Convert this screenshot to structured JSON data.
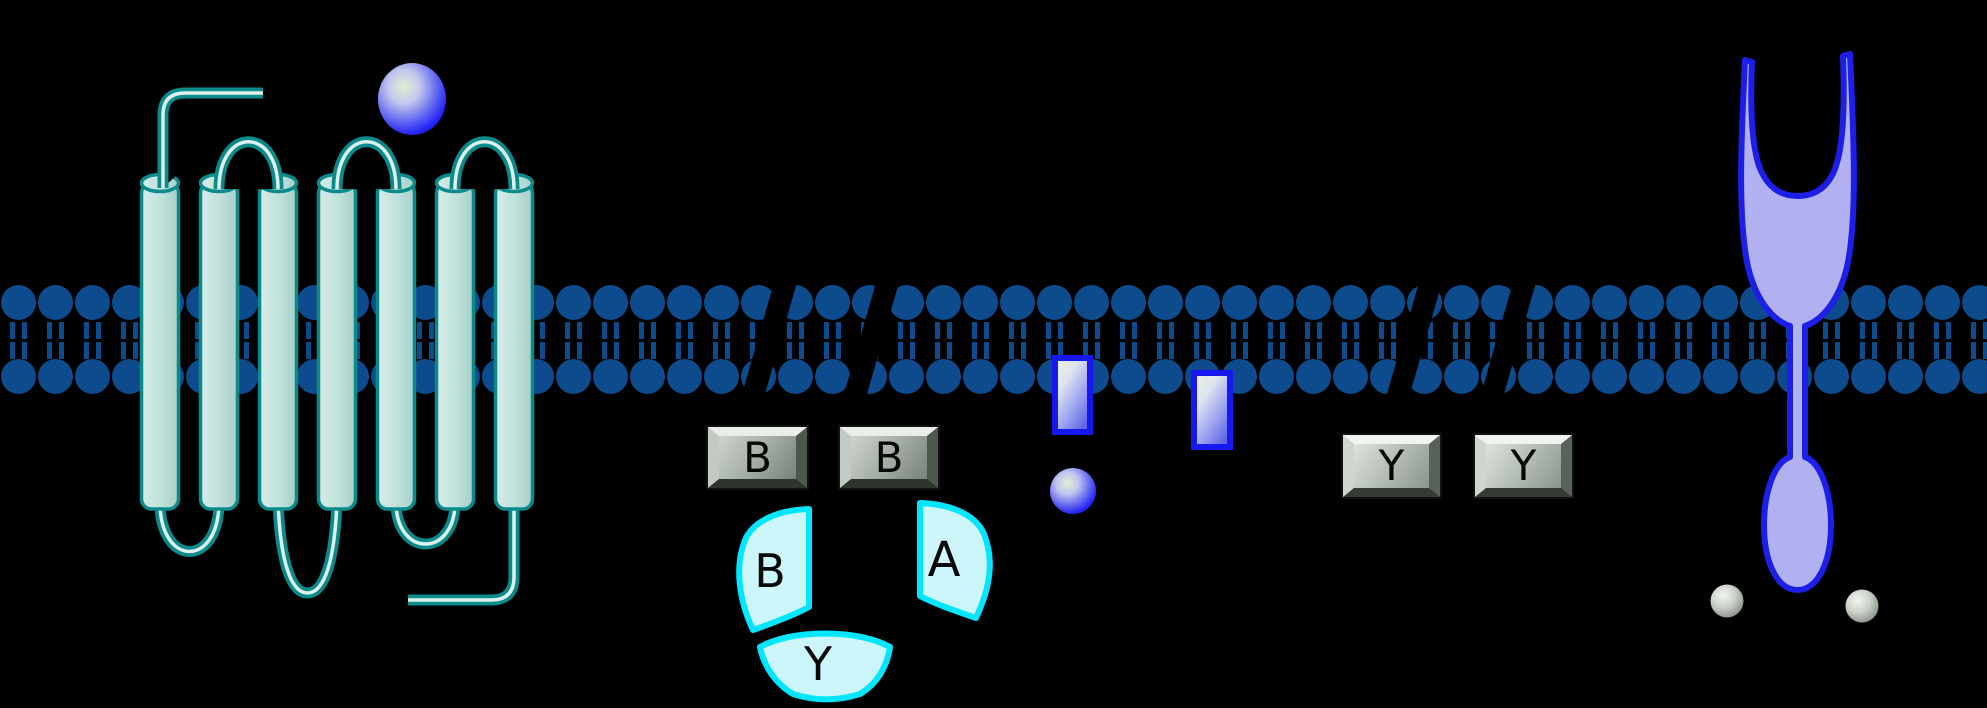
{
  "scene": {
    "background": "#000000",
    "membrane": {
      "head_color": "#0e4b8c",
      "break_count": "4"
    },
    "gpcr": {
      "helix_count": "7",
      "fill": "#c2e2dd",
      "outline": "#0a8a8a"
    },
    "ligand": {
      "color": "#1d1df5"
    },
    "g_protein": {
      "fill": "#cdf6fa",
      "outline": "#00e6ff",
      "beta_label": "B",
      "alpha_label": "A",
      "gamma_label": "Y"
    },
    "beta_boxes": {
      "box1": "B",
      "box2": "B"
    },
    "tyrosine_boxes": {
      "box1": "Y",
      "box2": "Y"
    },
    "fragments": {
      "outline": "#1717f2"
    },
    "fork_receptor": {
      "fill": "#b1b1f2",
      "outline": "#1e1ee9"
    },
    "small_spheres": {
      "blue": "#1d1df5",
      "gray": "#9aa399"
    }
  }
}
